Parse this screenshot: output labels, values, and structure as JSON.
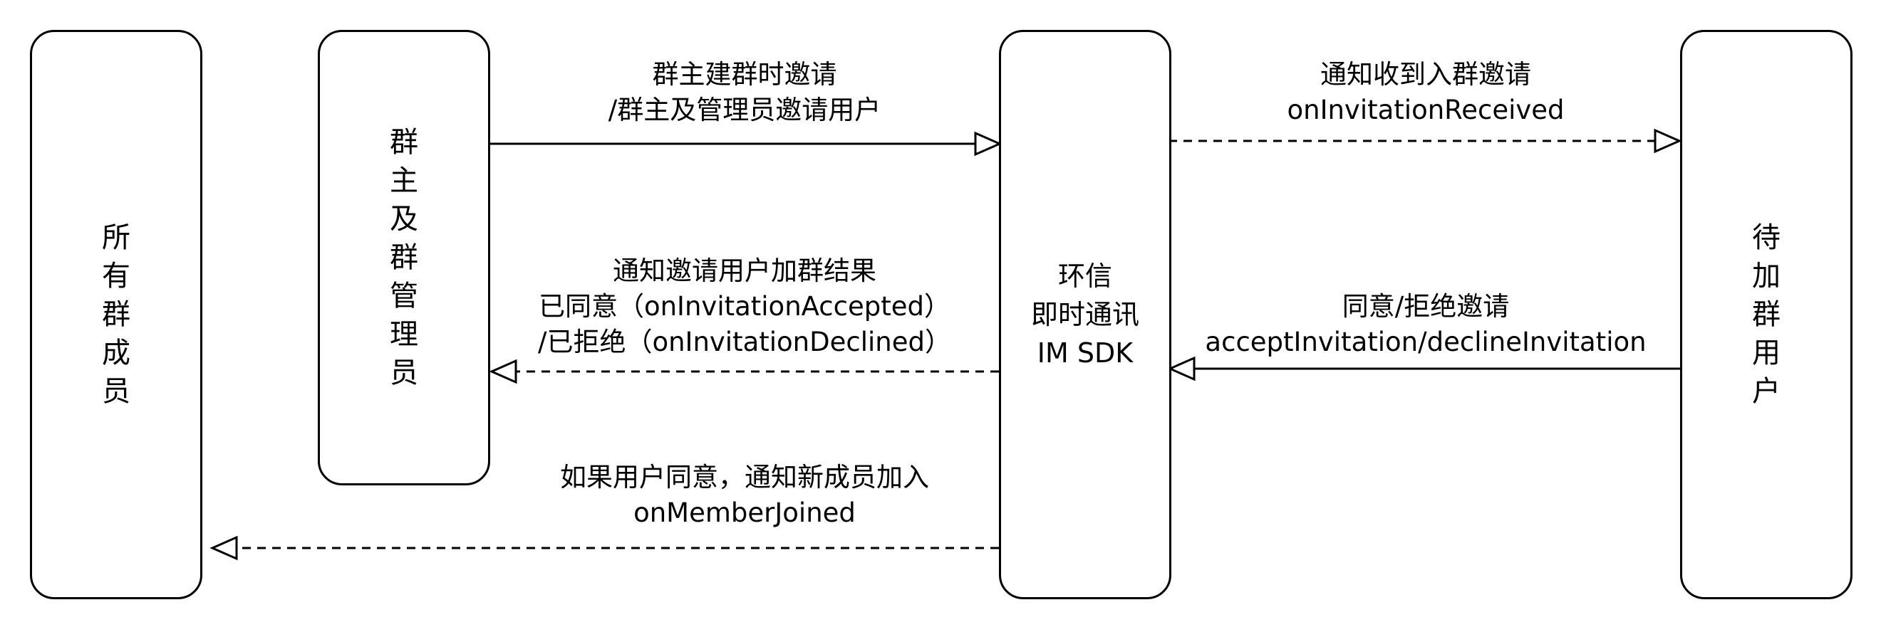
{
  "nodes": {
    "all_members": "所有群成员",
    "owner_admins": "群主及群管理员",
    "sdk": [
      "环信",
      "即时通讯",
      "IM SDK"
    ],
    "invitee": "待加群用户"
  },
  "edges": {
    "invite": [
      "群主建群时邀请",
      "/群主及管理员邀请用户"
    ],
    "notify_invitee": [
      "通知收到入群邀请",
      "onInvitationReceived"
    ],
    "invite_result": [
      "通知邀请用户加群结果",
      "已同意（onInvitationAccepted）",
      "/已拒绝（onInvitationDeclined）"
    ],
    "accept_decline": [
      "同意/拒绝邀请",
      "acceptInvitation/declineInvitation"
    ],
    "member_joined": [
      "如果用户同意，通知新成员加入",
      "onMemberJoined"
    ]
  },
  "colors": {
    "stroke": "#000000",
    "background": "#ffffff"
  }
}
